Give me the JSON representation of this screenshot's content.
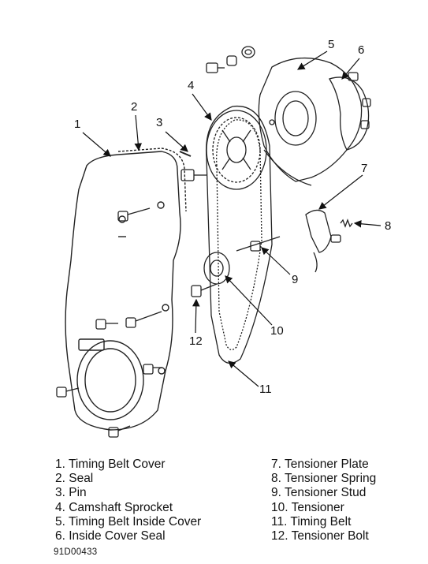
{
  "callouts": [
    "1",
    "2",
    "3",
    "4",
    "5",
    "6",
    "7",
    "8",
    "9",
    "10",
    "11",
    "12"
  ],
  "legend_left": [
    "1. Timing Belt Cover",
    "2. Seal",
    "3. Pin",
    "4. Camshaft Sprocket",
    "5. Timing Belt Inside Cover",
    "6. Inside Cover Seal"
  ],
  "legend_right": [
    "7. Tensioner Plate",
    "8. Tensioner Spring",
    "9. Tensioner Stud",
    "10. Tensioner",
    "11. Timing Belt",
    "12. Tensioner Bolt"
  ],
  "figure_code": "91D00433"
}
